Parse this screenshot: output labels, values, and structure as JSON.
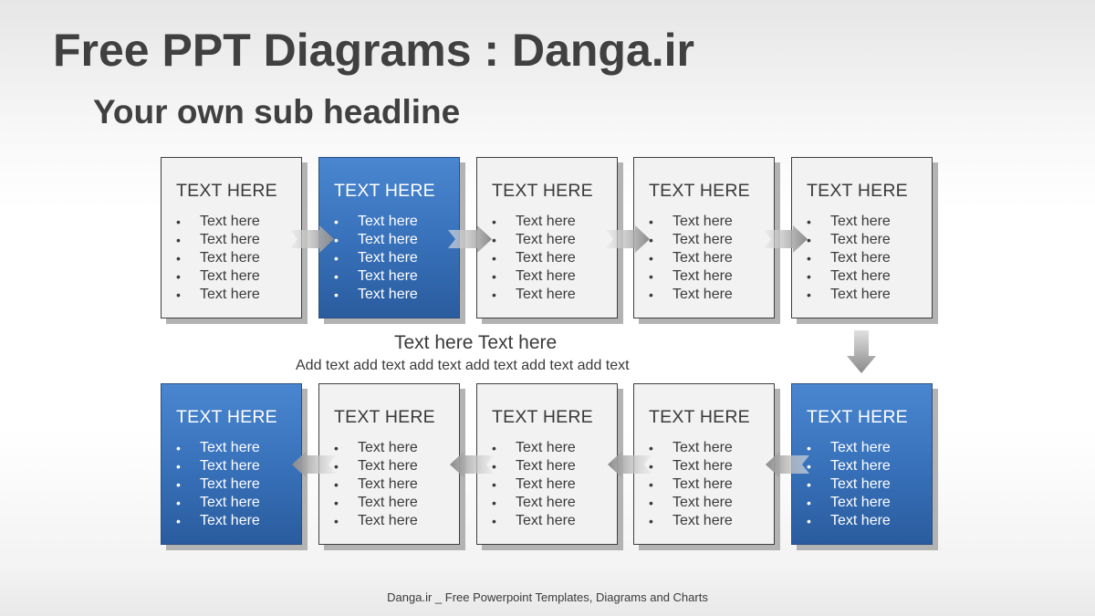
{
  "header": {
    "title": "Free PPT Diagrams : Danga.ir",
    "subtitle": "Your own sub headline"
  },
  "colors": {
    "accent": "#3872bb",
    "box_fill": "#f2f2f2",
    "text": "#404040",
    "arrow": "#9a9a9a"
  },
  "row_top": [
    {
      "heading": "TEXT HERE",
      "highlighted": false,
      "items": [
        "Text here",
        "Text here",
        "Text here",
        "Text here",
        "Text here"
      ]
    },
    {
      "heading": "TEXT HERE",
      "highlighted": true,
      "items": [
        "Text here",
        "Text here",
        "Text here",
        "Text here",
        "Text here"
      ]
    },
    {
      "heading": "TEXT HERE",
      "highlighted": false,
      "items": [
        "Text here",
        "Text here",
        "Text here",
        "Text here",
        "Text here"
      ]
    },
    {
      "heading": "TEXT HERE",
      "highlighted": false,
      "items": [
        "Text here",
        "Text here",
        "Text here",
        "Text here",
        "Text here"
      ]
    },
    {
      "heading": "TEXT HERE",
      "highlighted": false,
      "items": [
        "Text here",
        "Text here",
        "Text here",
        "Text here",
        "Text here"
      ]
    }
  ],
  "row_bottom": [
    {
      "heading": "TEXT HERE",
      "highlighted": true,
      "items": [
        "Text here",
        "Text here",
        "Text here",
        "Text here",
        "Text here"
      ]
    },
    {
      "heading": "TEXT HERE",
      "highlighted": false,
      "items": [
        "Text here",
        "Text here",
        "Text here",
        "Text here",
        "Text here"
      ]
    },
    {
      "heading": "TEXT HERE",
      "highlighted": false,
      "items": [
        "Text here",
        "Text here",
        "Text here",
        "Text here",
        "Text here"
      ]
    },
    {
      "heading": "TEXT HERE",
      "highlighted": false,
      "items": [
        "Text here",
        "Text here",
        "Text here",
        "Text here",
        "Text here"
      ]
    },
    {
      "heading": "TEXT HERE",
      "highlighted": true,
      "items": [
        "Text here",
        "Text here",
        "Text here",
        "Text here",
        "Text here"
      ]
    }
  ],
  "middle": {
    "title": "Text here Text here",
    "text": "Add text add text add text add text add text add text"
  },
  "footer": "Danga.ir _ Free Powerpoint Templates,  Diagrams  and Charts"
}
